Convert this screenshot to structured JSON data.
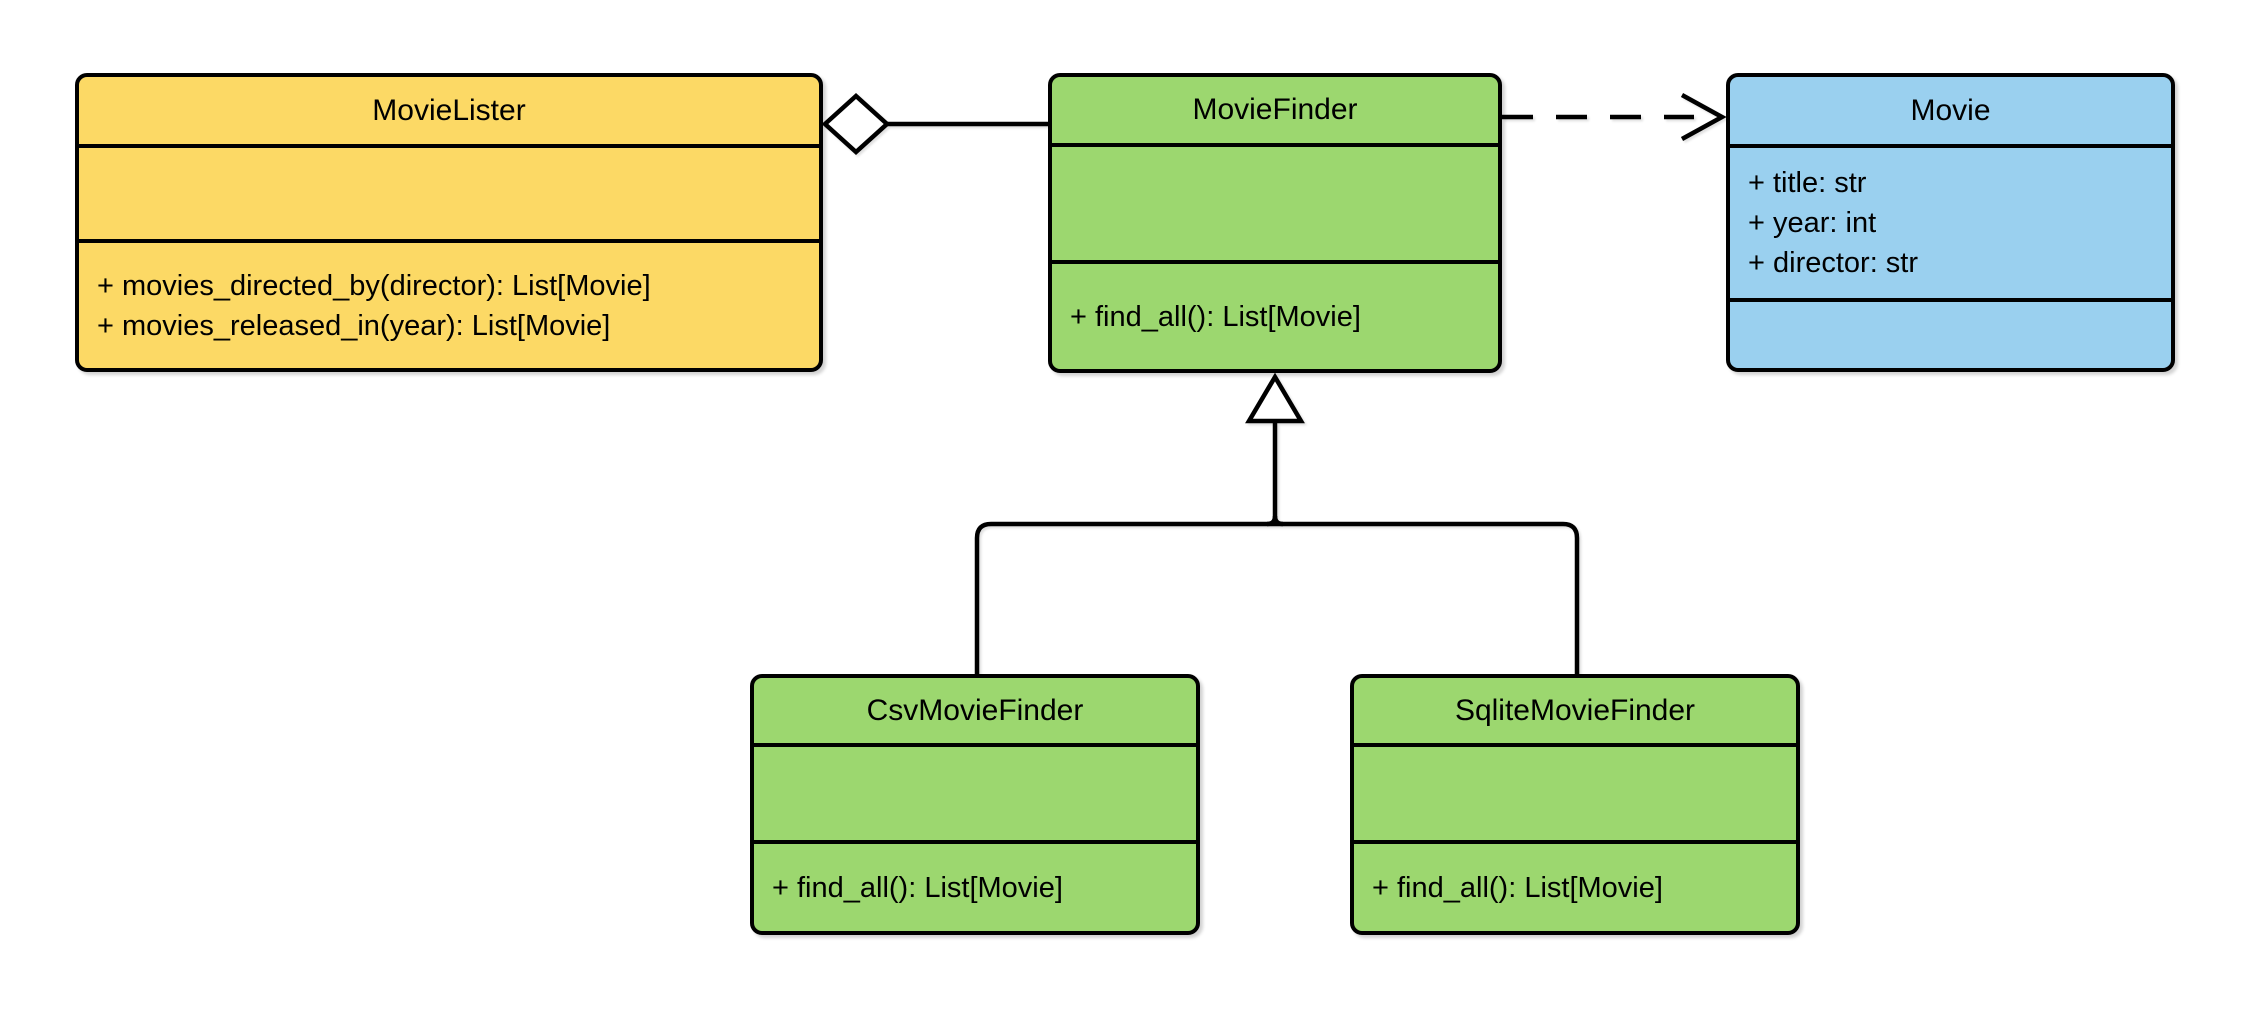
{
  "diagram": {
    "kind": "uml-class-diagram",
    "background": "#FFFFFF",
    "stroke_color": "#000000",
    "classes": [
      {
        "id": "movielister",
        "name": "MovieLister",
        "fill": "#FCD965",
        "attributes": [],
        "methods": [
          "+ movies_directed_by(director): List[Movie]",
          "+ movies_released_in(year): List[Movie]"
        ]
      },
      {
        "id": "moviefinder",
        "name": "MovieFinder",
        "fill": "#9CD76F",
        "attributes": [],
        "methods": [
          "+ find_all(): List[Movie]"
        ]
      },
      {
        "id": "movie",
        "name": "Movie",
        "fill": "#9AD0EF",
        "attributes": [
          "+ title: str",
          "+ year: int",
          "+ director: str"
        ],
        "methods": []
      },
      {
        "id": "csvmoviefinder",
        "name": "CsvMovieFinder",
        "fill": "#9CD76F",
        "attributes": [],
        "methods": [
          "+ find_all(): List[Movie]"
        ]
      },
      {
        "id": "sqlitemoviefinder",
        "name": "SqliteMovieFinder",
        "fill": "#9CD76F",
        "attributes": [],
        "methods": [
          "+ find_all(): List[Movie]"
        ]
      }
    ],
    "relationships": [
      {
        "type": "aggregation",
        "from": "MovieLister",
        "to": "MovieFinder",
        "line": "solid",
        "marker": "hollow-diamond"
      },
      {
        "type": "dependency",
        "from": "MovieFinder",
        "to": "Movie",
        "line": "dashed",
        "marker": "open-arrow"
      },
      {
        "type": "generalization",
        "from": "CsvMovieFinder",
        "to": "MovieFinder",
        "line": "solid",
        "marker": "hollow-triangle"
      },
      {
        "type": "generalization",
        "from": "SqliteMovieFinder",
        "to": "MovieFinder",
        "line": "solid",
        "marker": "hollow-triangle"
      }
    ]
  }
}
